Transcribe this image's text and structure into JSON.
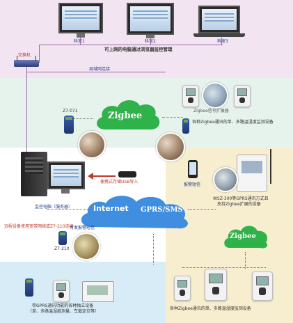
{
  "top_labels": {
    "pc1": "科室1",
    "pc2": "科室2",
    "pc3": "科室3",
    "browser_caption": "可上网的电脑通过浏览器监控管理",
    "switch": "交换机",
    "lan": "局域网连接"
  },
  "zigbee_zone": {
    "cloud_label": "Zigbee",
    "modem_id": "Z7-071",
    "extender_caption": "Zigbee信号扩展器",
    "sensors_caption": "各种Zigbee通讯的单、多路温湿度监测设备"
  },
  "center": {
    "usb_caption": "便携式存储USB导入",
    "server_caption": "监控电脑（服务器）",
    "alarm_sms": "报警短信",
    "internet": "Internet",
    "gprs": "GPRS/SMS",
    "remote_caption": "远程设备使用宽带网络或Z7-210连接",
    "sms_label": "可发报警短信",
    "modem2_id": "Z7-210"
  },
  "right_zone": {
    "wsz_caption_line1": "WSZ-300等GPRS通讯方式且",
    "wsz_caption_line2": "支持Zigbee扩展的设备",
    "cloud_label": "Zigbee",
    "bottom_caption": "各种Zigbee通讯的单、多路温湿度监测设备"
  },
  "bottom_left": {
    "caption_line1": "带GPRS通讯功能的各种独立设备",
    "caption_line2": "（单、多路温湿度测量、车载定位等）"
  },
  "colors": {
    "top_zone": "#f3e4f1",
    "zigbee_zone": "#e6f3ec",
    "bottom_left_zone": "#d7ecf7",
    "right_zone": "#f7edcf",
    "cloud_green": "#2fb24a",
    "cloud_blue": "#3f8ee0"
  }
}
